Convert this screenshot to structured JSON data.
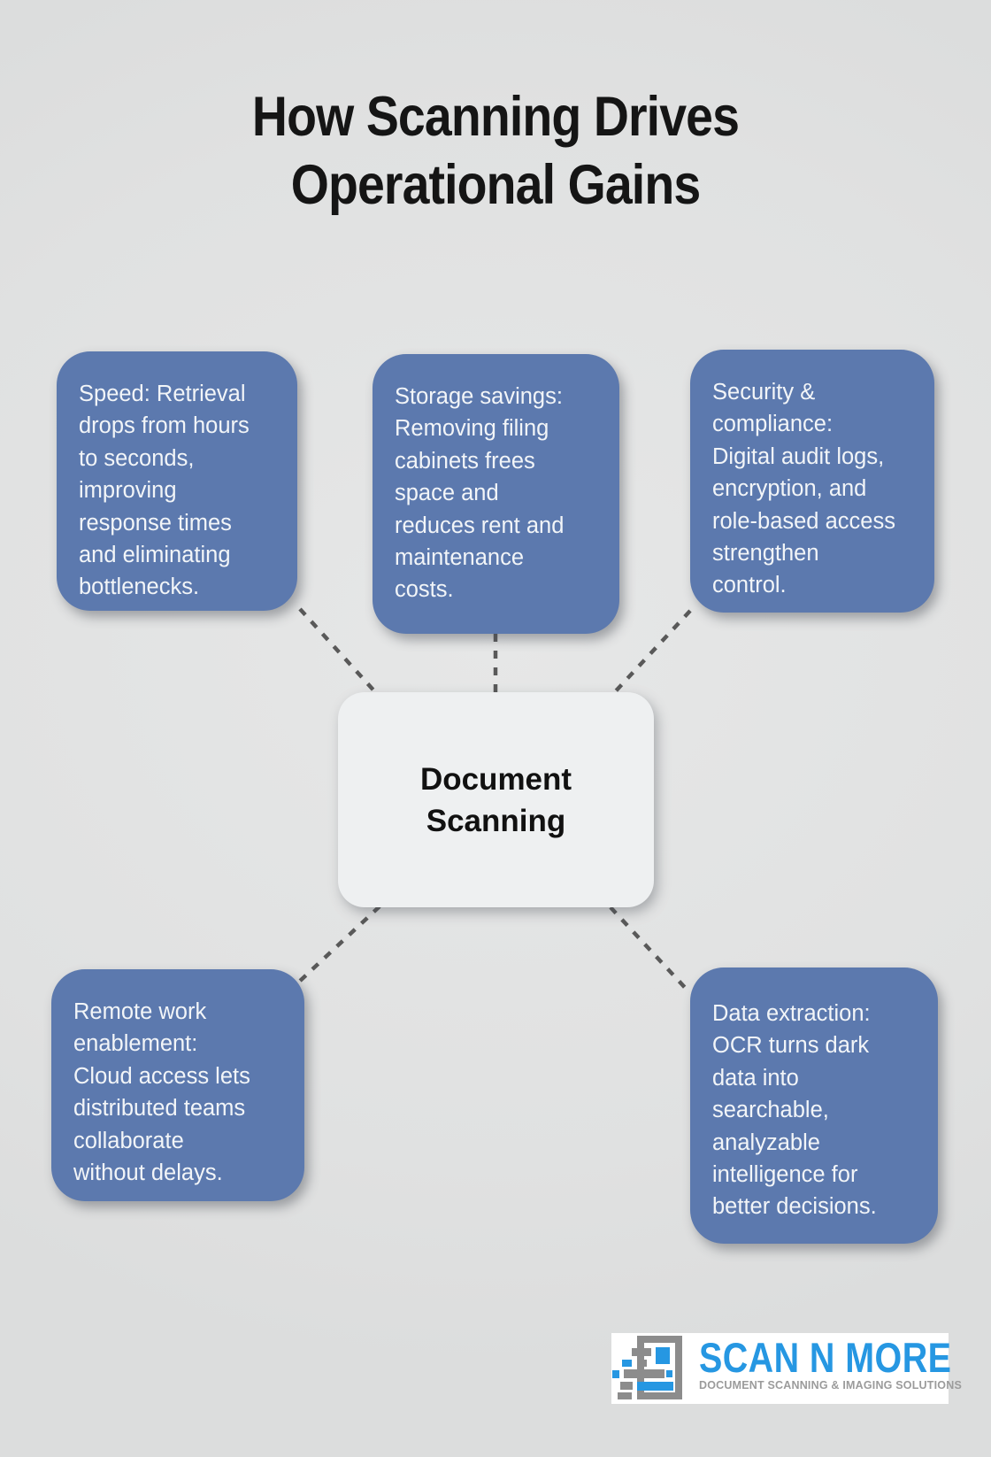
{
  "title": {
    "line1": "How Scanning Drives",
    "line2": "Operational Gains"
  },
  "center": {
    "label": "Document\nScanning"
  },
  "nodes": [
    {
      "id": "speed",
      "text": "Speed: Retrieval\ndrops from hours\nto seconds,\nimproving\nresponse times\nand eliminating\nbottlenecks."
    },
    {
      "id": "storage-savings",
      "text": "Storage savings:\nRemoving filing\ncabinets frees\nspace and\nreduces rent and\nmaintenance\ncosts."
    },
    {
      "id": "security-compliance",
      "text": "Security &\ncompliance:\nDigital audit logs,\nencryption, and\nrole-based access\nstrengthen\ncontrol."
    },
    {
      "id": "remote-work",
      "text": "Remote work\nenablement:\nCloud access lets\ndistributed teams\ncollaborate\nwithout delays."
    },
    {
      "id": "data-extraction",
      "text": "Data extraction:\nOCR turns dark\ndata into\nsearchable,\nanalyzable\nintelligence for\nbetter decisions."
    }
  ],
  "logo": {
    "name": "SCAN N MORE",
    "tagline": "DOCUMENT SCANNING & IMAGING SOLUTIONS"
  },
  "colors": {
    "background": "#e0e1e1",
    "node_fill": "#5c79ae",
    "node_text": "#f2f5f8",
    "center_fill": "#eef0f1",
    "center_text": "#111111",
    "title_text": "#151515",
    "connector": "#595959",
    "logo_blue": "#2697e2",
    "logo_gray": "#8c8c8c",
    "logo_tagline_gray": "#9b9b9b",
    "logo_bg": "#ffffff"
  }
}
